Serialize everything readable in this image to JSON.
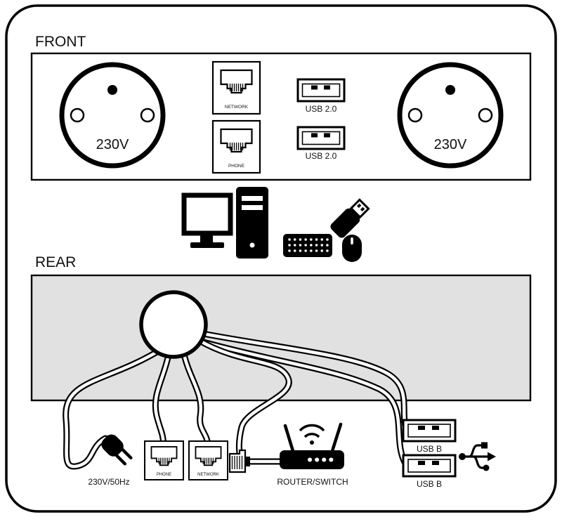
{
  "front": {
    "section_label": "FRONT",
    "socket_left_label": "230V",
    "socket_right_label": "230V",
    "network_jack_label": "NETWORK",
    "phone_jack_label": "PHONE",
    "usb_port_top_label": "USB 2.0",
    "usb_port_bottom_label": "USB 2.0"
  },
  "rear": {
    "section_label": "REAR",
    "power_cable_label": "230V/50Hz",
    "phone_jack_label": "PHONE",
    "network_jack_label": "NETWORK",
    "router_label": "ROUTER/SWITCH",
    "usb_port_top_label": "USB B",
    "usb_port_bottom_label": "USB B"
  },
  "icons": {
    "power_socket": "round-230v-socket-icon",
    "rj45_port": "rj45-port-icon",
    "usb_port": "usb-a-port-icon",
    "computer": "desktop-computer-icon",
    "keyboard": "keyboard-icon",
    "mouse": "mouse-icon",
    "usb_stick": "usb-stick-icon",
    "cable_grommet": "cable-grommet-icon",
    "power_plug": "power-plug-icon",
    "ethernet_connector": "ethernet-connector-icon",
    "router": "wifi-router-icon",
    "usb_symbol": "usb-trident-icon"
  },
  "colors": {
    "line": "#000000",
    "panel_gray": "#e1e1e1",
    "background": "#ffffff"
  }
}
